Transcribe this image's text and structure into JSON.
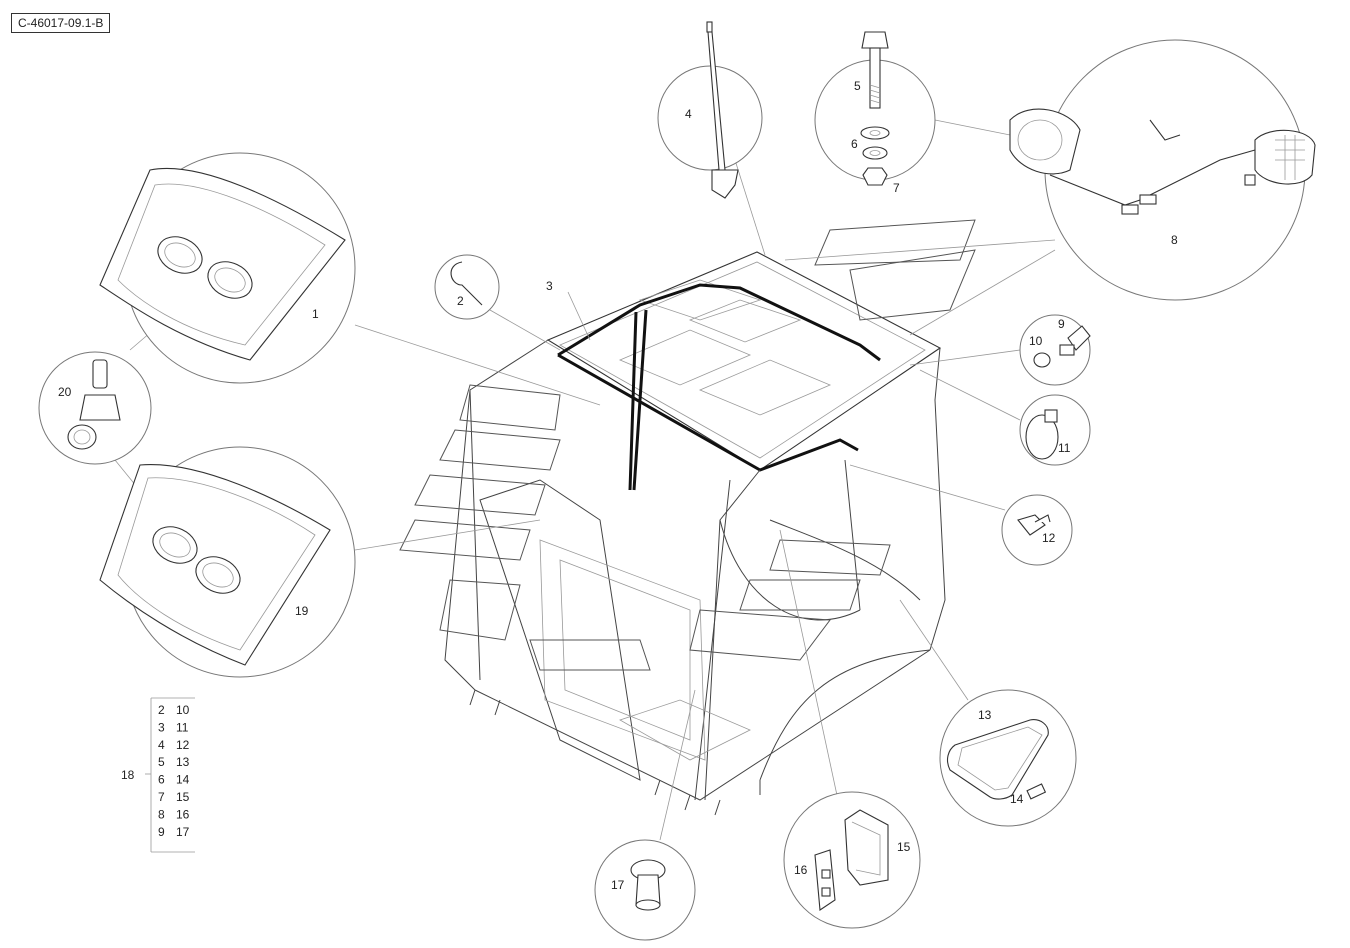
{
  "drawing_ref": "C-46017-09.1-B",
  "callouts": {
    "c1": "1",
    "c2": "2",
    "c3": "3",
    "c4": "4",
    "c5": "5",
    "c6": "6",
    "c7": "7",
    "c8": "8",
    "c9": "9",
    "c10": "10",
    "c11": "11",
    "c12": "12",
    "c13": "13",
    "c14": "14",
    "c15": "15",
    "c16": "16",
    "c17": "17",
    "c19": "19",
    "c20": "20"
  },
  "kit": {
    "label": "18",
    "rows": [
      [
        "2",
        "10"
      ],
      [
        "3",
        "11"
      ],
      [
        "4",
        "12"
      ],
      [
        "5",
        "13"
      ],
      [
        "6",
        "14"
      ],
      [
        "7",
        "15"
      ],
      [
        "8",
        "16"
      ],
      [
        "9",
        "17"
      ]
    ]
  }
}
